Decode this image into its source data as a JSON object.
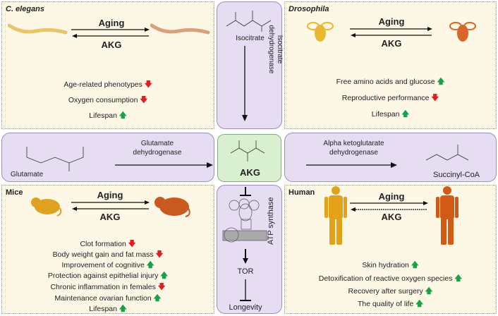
{
  "elegans": {
    "title": "C. elegans",
    "aging": "Aging",
    "akg": "AKG",
    "effects": [
      {
        "text": "Age-related phenotypes",
        "dir": "down"
      },
      {
        "text": "Oxygen consumption",
        "dir": "down"
      },
      {
        "text": "Lifespan",
        "dir": "up"
      }
    ]
  },
  "drosophila": {
    "title": "Drosophila",
    "aging": "Aging",
    "akg": "AKG",
    "effects": [
      {
        "text": "Free amino acids and glucose",
        "dir": "up"
      },
      {
        "text": "Reproductive performance",
        "dir": "down"
      },
      {
        "text": "Lifespan",
        "dir": "up"
      }
    ]
  },
  "mice": {
    "title": "Mice",
    "aging": "Aging",
    "akg": "AKG",
    "effects": [
      {
        "text": "Clot formation",
        "dir": "down"
      },
      {
        "text": "Body weight gain and fat mass",
        "dir": "down"
      },
      {
        "text": "Improvement of cognitive",
        "dir": "up"
      },
      {
        "text": "Protection against epithelial injury",
        "dir": "up"
      },
      {
        "text": "Chronic inflammation in females",
        "dir": "down"
      },
      {
        "text": "Maintenance ovarian function",
        "dir": "up"
      },
      {
        "text": "Lifespan",
        "dir": "up"
      }
    ]
  },
  "human": {
    "title": "Human",
    "aging": "Aging",
    "akg": "AKG",
    "effects": [
      {
        "text": "Skin hydration",
        "dir": "up"
      },
      {
        "text": "Detoxification of reactive oxygen species",
        "dir": "up"
      },
      {
        "text": "Recovery after surgery",
        "dir": "up"
      },
      {
        "text": "The quality of life",
        "dir": "up"
      }
    ]
  },
  "center": {
    "isocitrate": "Isocitrate",
    "enzyme1": "Isocitrate dehydrogenase",
    "akg": "AKG",
    "atp": "ATP synthase",
    "tor": "TOR",
    "longevity": "Longevity"
  },
  "left_mid": {
    "substrate": "Glutamate",
    "enzyme": "Glutamate dehydrogenase"
  },
  "right_mid": {
    "enzyme": "Alpha ketoglutarate dehydrogenase",
    "product": "Succinyl-CoA"
  },
  "colors": {
    "up": "#1aa048",
    "down": "#e02020",
    "purple": "#e6ddf3",
    "cream": "#fdf7e6",
    "green": "#d8f0cf"
  }
}
